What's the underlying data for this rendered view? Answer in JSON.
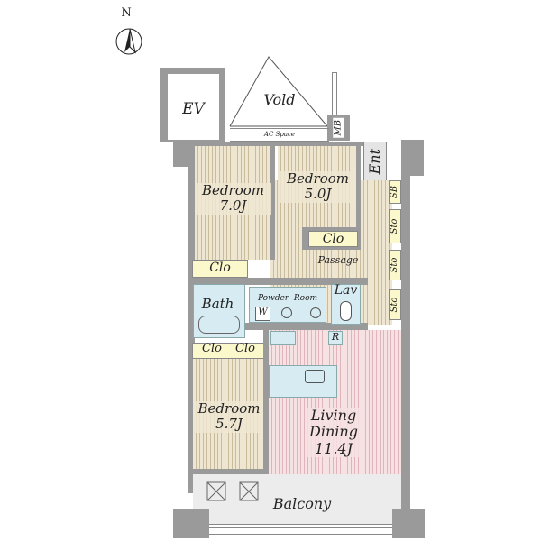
{
  "compass": {
    "label": "N"
  },
  "rooms": {
    "ev": "EV",
    "void": "Vold",
    "ac_space": "AC Space",
    "mb": "MB",
    "ent": "Ent",
    "bedroom1": {
      "name": "Bedroom",
      "size": "7.0J"
    },
    "bedroom2": {
      "name": "Bedroom",
      "size": "5.0J"
    },
    "bedroom3": {
      "name": "Bedroom",
      "size": "5.7J"
    },
    "clo1": "Clo",
    "clo2": "Clo",
    "clo3": "Clo",
    "clo4": "Clo",
    "passage": "Passage",
    "sb": "SB",
    "sto1": "Sto",
    "sto2": "Sto",
    "sto3": "Sto",
    "bath": "Bath",
    "powder_room": "Powder  Room",
    "w": "W",
    "lav": "Lav",
    "r": "R",
    "living": {
      "line1": "Living",
      "line2": "Dining",
      "size": "11.4J"
    },
    "balcony": "Balcony"
  }
}
